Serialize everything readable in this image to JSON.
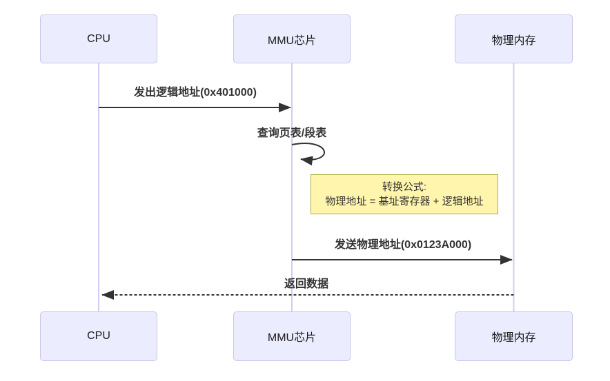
{
  "diagram": {
    "type": "sequence",
    "actors": [
      {
        "id": "cpu",
        "label": "CPU"
      },
      {
        "id": "mmu",
        "label": "MMU芯片"
      },
      {
        "id": "memory",
        "label": "物理内存"
      }
    ],
    "messages": [
      {
        "from": "cpu",
        "to": "mmu",
        "label": "发出逻辑地址(0x401000)",
        "line": "solid"
      },
      {
        "from": "mmu",
        "to": "mmu",
        "label": "查询页表/段表",
        "line": "self-loop"
      },
      {
        "from": "mmu",
        "to": "memory",
        "label": "发送物理地址(0x0123A000)",
        "line": "solid"
      },
      {
        "from": "memory",
        "to": "cpu",
        "label": "返回数据",
        "line": "dashed"
      }
    ],
    "note": {
      "lines": [
        "转换公式:",
        "物理地址 = 基址寄存器 + 逻辑地址"
      ]
    }
  },
  "colors": {
    "actor_fill": "#ECECFF",
    "actor_border": "#CBC5EB",
    "lifeline": "#D2CCEF",
    "message_line": "#333333",
    "message_text": "#333333",
    "note_fill": "#FFF5AD",
    "note_border": "#AAAA33",
    "background": "#FFFFFF"
  }
}
